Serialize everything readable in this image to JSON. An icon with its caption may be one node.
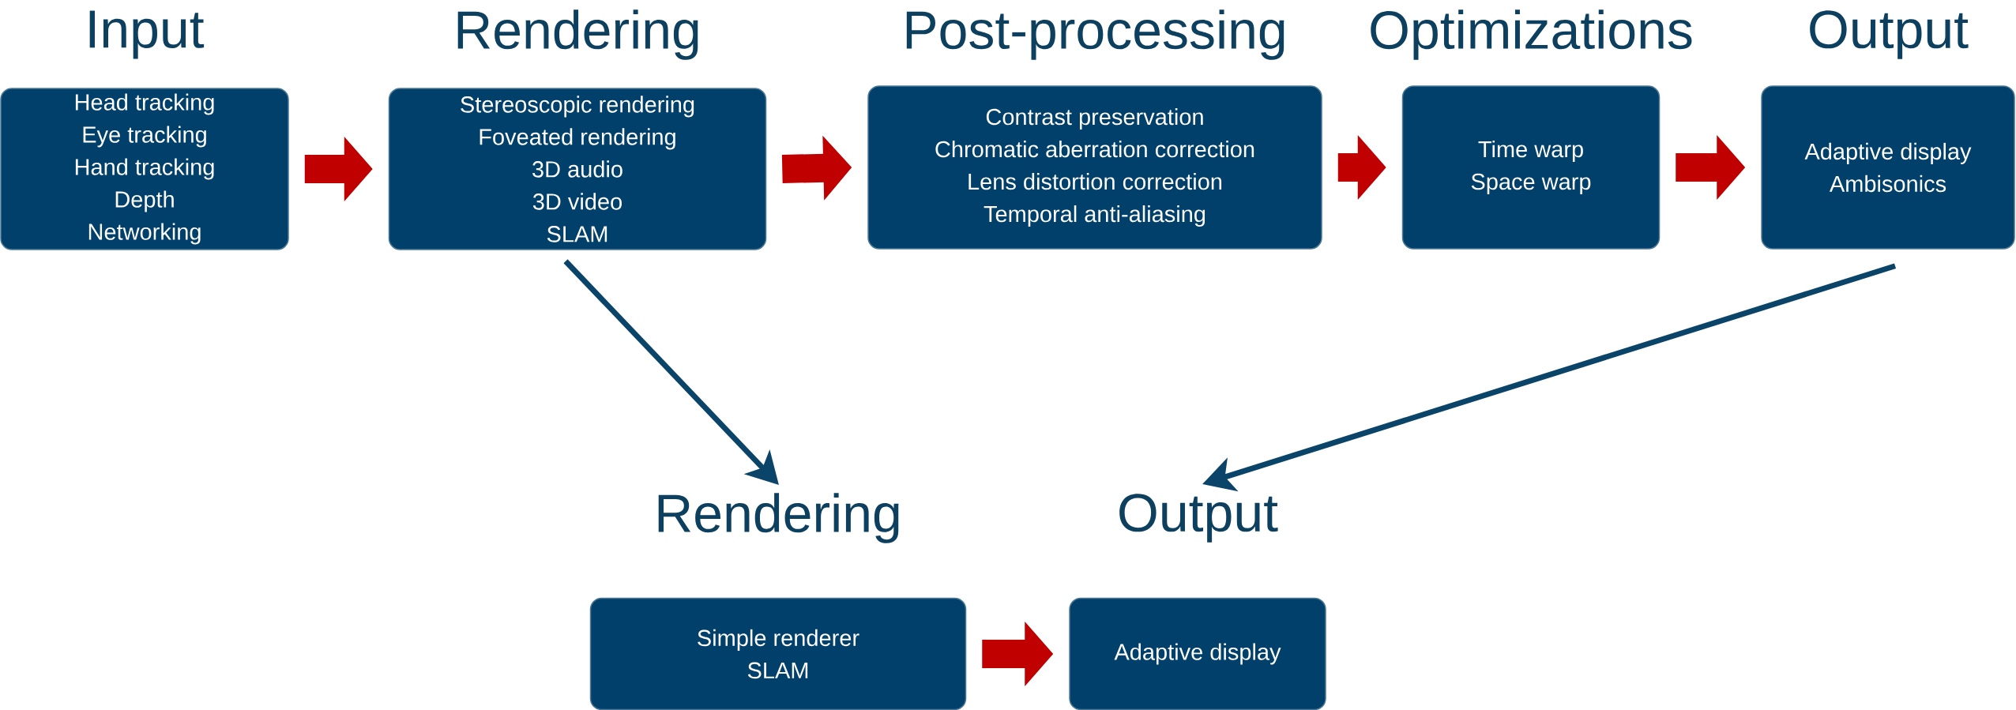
{
  "diagram": {
    "nodes": [
      {
        "text": [
          "Input",
          "Head tracking",
          "Eye tracking",
          "Hand tracking",
          "Depth",
          "Networking"
        ]
      },
      {
        "text": [
          "Rendering",
          "Stereoscopic rendering",
          "Foveated rendering",
          "3D audio",
          "3D video",
          "SLAM"
        ]
      },
      {
        "text": [
          "Post-processing",
          "Contrast preservation",
          "Chromatic aberration correction",
          "Lens distortion correction",
          "Temporal anti-aliasing"
        ]
      },
      {
        "text": [
          "Optimizations",
          "Time warp",
          "Space warp"
        ]
      },
      {
        "text": [
          "Output",
          "Adaptive display",
          "Ambisonics"
        ]
      },
      {
        "text": [
          "Rendering",
          "Simple renderer",
          "SLAM"
        ]
      },
      {
        "text": [
          "Output",
          "Adaptive display"
        ]
      }
    ],
    "edges": [
      {
        "from": 0,
        "to": 1,
        "arrow": "to"
      },
      {
        "from": 1,
        "to": 2,
        "arrow": "to"
      },
      {
        "from": 2,
        "to": 3,
        "arrow": "to"
      },
      {
        "from": 3,
        "to": 4,
        "arrow": "to"
      },
      {
        "from": 1,
        "to": 5,
        "arrow": "to",
        "color": "#0b4469"
      },
      {
        "from": 4,
        "to": 6,
        "arrow": "to",
        "color": "#0b4469"
      },
      {
        "from": 5,
        "to": 6,
        "arrow": "to"
      }
    ]
  }
}
